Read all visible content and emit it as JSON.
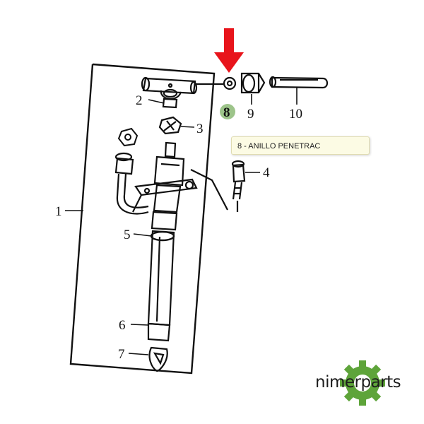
{
  "callouts": {
    "p1": "1",
    "p2": "2",
    "p3": "3",
    "p4": "4",
    "p5": "5",
    "p6": "6",
    "p7": "7",
    "p8": "8",
    "p9": "9",
    "p10": "10"
  },
  "tooltip": {
    "text": "8 - ANILLO PENETRAC"
  },
  "brand": {
    "name": "nimerparts",
    "accent_color": "#5ea43a"
  },
  "colors": {
    "arrow": "#e8141b",
    "highlight_badge": "#9dc48a",
    "line": "#111111"
  },
  "icons": [
    "red-down-arrow-icon",
    "gear-logo-icon"
  ]
}
